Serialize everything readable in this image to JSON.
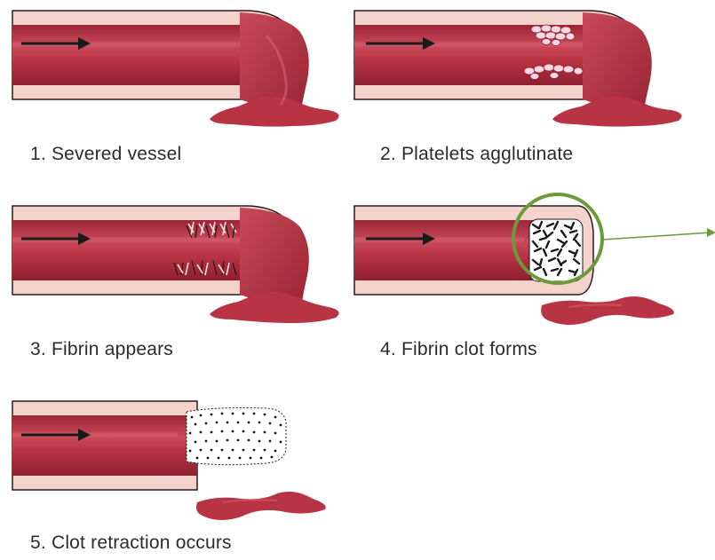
{
  "panels": [
    {
      "id": "severed-vessel",
      "caption": "1. Severed vessel"
    },
    {
      "id": "platelets-agglutinate",
      "caption": "2. Platelets agglutinate"
    },
    {
      "id": "fibrin-appears",
      "caption": "3. Fibrin appears"
    },
    {
      "id": "fibrin-clot-forms",
      "caption": "4. Fibrin clot forms"
    },
    {
      "id": "clot-retraction",
      "caption": "5. Clot retraction occurs"
    }
  ],
  "colors": {
    "outer_wall": "#f4d3cc",
    "outer_wall_stroke": "#2a1a1a",
    "inner_lumen": "#b83343",
    "inner_lumen_dark": "#8e1f2e",
    "inner_highlight": "#d7616f",
    "torn_end": "#c03e4e",
    "platelet": "#f7d7e4",
    "fibrin_mesh": "#1a1a1a",
    "clot_light": "#ffffff",
    "highlight_circle": "#6b9a3a",
    "flow_arrow": "#1a1a1a"
  },
  "icons": [
    "flow-arrow-icon",
    "callout-arrow-icon"
  ]
}
